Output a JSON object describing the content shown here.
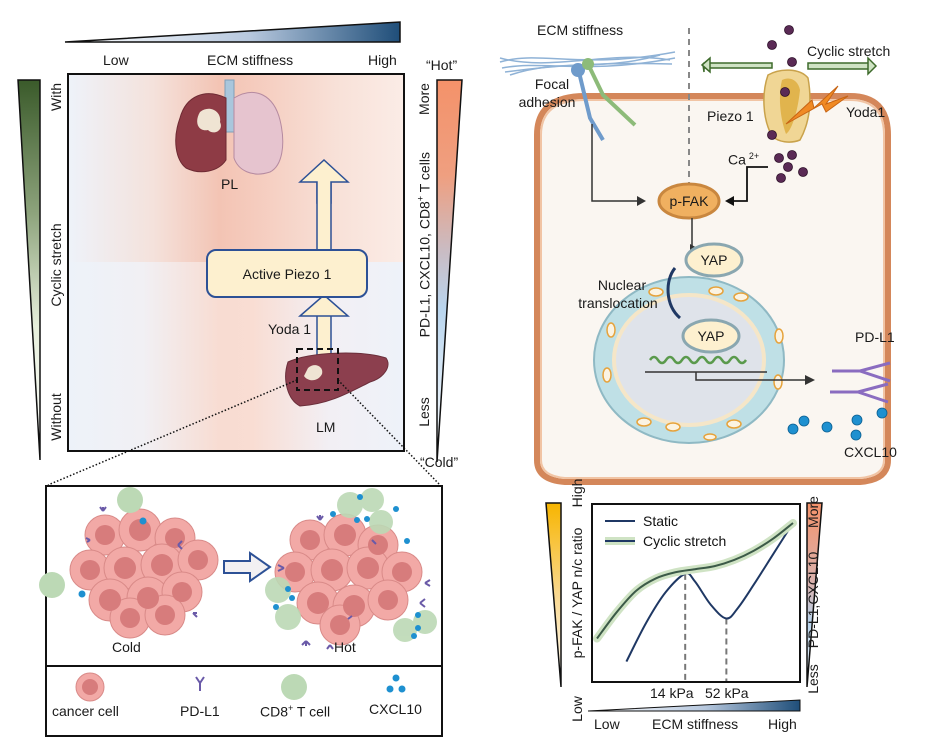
{
  "left_panel": {
    "top_axis": {
      "low": "Low",
      "title": "ECM stiffness",
      "high": "High"
    },
    "left_axis": {
      "with": "With",
      "title": "Cyclic stretch",
      "without": "Without"
    },
    "right_axis": {
      "hot": "“Hot”",
      "more": "More",
      "title": "PD-L1, CXCL10, CD8",
      "title_sup": "+",
      "title_suffix": " T cells",
      "less": "Less",
      "cold": "“Cold”"
    },
    "organs": {
      "lung_label": "PL",
      "liver_label": "LM"
    },
    "piezo_box": "Active Piezo 1",
    "yoda_label": "Yoda 1"
  },
  "tumor_panel": {
    "cold_label": "Cold",
    "hot_label": "Hot",
    "legend": [
      {
        "icon": "cancer-cell-icon",
        "label": "cancer cell"
      },
      {
        "icon": "pd-l1-icon",
        "label": "PD-L1"
      },
      {
        "icon": "cd8-t-cell-icon",
        "label": "CD8",
        "sup": "+",
        "suffix": " T cell"
      },
      {
        "icon": "cxcl10-icon",
        "label": "CXCL10"
      }
    ]
  },
  "cell_panel": {
    "ecm_label": "ECM stiffness",
    "focal_adhesion": [
      "Focal",
      "adhesion"
    ],
    "cyclic_stretch": "Cyclic stretch",
    "piezo_label": "Piezo 1",
    "yoda_label": "Yoda1",
    "calcium": "Ca",
    "calcium_sup": "2+",
    "pfak": "p-FAK",
    "yap_cytoplasm": "YAP",
    "yap_nucleus": "YAP",
    "nuclear_translocation": [
      "Nuclear",
      "translocation"
    ],
    "pdl1": "PD-L1",
    "cxcl10": "CXCL10"
  },
  "chart_data": {
    "type": "line",
    "title": "",
    "xlabel": "ECM stiffness",
    "x_tick_low": "Low",
    "x_tick_high": "High",
    "ylabel": "p-FAK / YAP n/c ratio",
    "y_tick_low": "Low",
    "y_tick_high": "High",
    "y2label": "PD-L1,CXCL10",
    "y2_tick_low": "Less",
    "y2_tick_high": "More",
    "annotations": [
      "14 kPa",
      "52 kPa"
    ],
    "xlim": [
      0,
      1
    ],
    "ylim": [
      0,
      1
    ],
    "legend_position": "top-left",
    "series": [
      {
        "name": "Static",
        "color": "#1f3864",
        "x": [
          0.15,
          0.25,
          0.35,
          0.45,
          0.5,
          0.58,
          0.66,
          0.72,
          0.8,
          0.9,
          1.0
        ],
        "y": [
          0.1,
          0.35,
          0.55,
          0.67,
          0.62,
          0.47,
          0.38,
          0.45,
          0.6,
          0.8,
          1.0
        ]
      },
      {
        "name": "Cyclic stretch",
        "color": "#3c5a48",
        "halo": "#cfe3c4",
        "x": [
          0.0,
          0.1,
          0.2,
          0.3,
          0.4,
          0.5,
          0.6,
          0.7,
          0.8,
          0.9,
          1.0
        ],
        "y": [
          0.25,
          0.42,
          0.56,
          0.64,
          0.68,
          0.7,
          0.72,
          0.76,
          0.82,
          0.9,
          1.0
        ]
      }
    ],
    "markers": [
      {
        "label": "14 kPa",
        "x": 0.45,
        "y": 0.67
      },
      {
        "label": "52 kPa",
        "x": 0.66,
        "y": 0.38
      }
    ]
  },
  "colors": {
    "stiffness_high": "#1f4e79",
    "stretch_high": "#3a5a2a",
    "hot": "#f4926a",
    "cold_mid": "#b9d5ee",
    "yap_ratio_high": "#f7b500",
    "piezo_box_fill": "#fdf0cf",
    "piezo_box_border": "#2d5196",
    "pfak_fill": "#f0b060",
    "yap_fill": "#fdf0cf"
  }
}
